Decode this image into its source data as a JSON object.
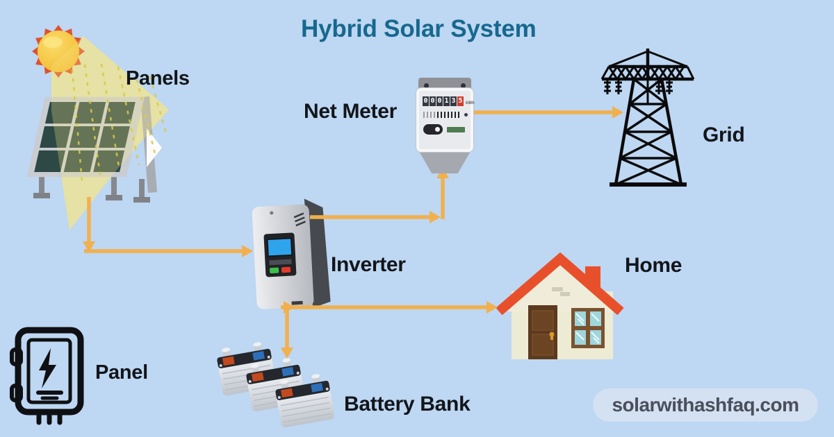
{
  "title": {
    "text": "Hybrid Solar System",
    "color": "#17688E"
  },
  "colors": {
    "background": "#BED7F2",
    "arrow": "#F1B04E",
    "label_text": "#12151A",
    "title_text": "#17688E",
    "watermark_bg": "#D3E1F3",
    "watermark_text": "#4A4F59",
    "sun_body": "#F5C237",
    "sun_spikes": "#E0502D",
    "panel_cell": "#2D4845",
    "roof_red": "#E8502C",
    "meter_digit_bg": "#343841",
    "meter_digit_alert_bg": "#D13A2A",
    "battery_positive_terminal": "#C24A1E",
    "battery_negative_terminal": "#2E6FBA"
  },
  "nodes": {
    "panels": {
      "label": "Panels"
    },
    "net_meter": {
      "label": "Net Meter",
      "reading": "000135",
      "digits": [
        "0",
        "0",
        "0",
        "1",
        "3",
        "5"
      ],
      "unit": "kWh"
    },
    "grid": {
      "label": "Grid"
    },
    "inverter": {
      "label": "Inverter"
    },
    "home": {
      "label": "Home"
    },
    "panel": {
      "label": "Panel"
    },
    "battery_bank": {
      "label": "Battery Bank"
    }
  },
  "connections": [
    {
      "from": "panels",
      "to": "inverter"
    },
    {
      "from": "inverter",
      "to": "net_meter"
    },
    {
      "from": "net_meter",
      "to": "grid"
    },
    {
      "from": "inverter",
      "to": "home"
    },
    {
      "from": "inverter",
      "to": "battery_bank"
    }
  ],
  "watermark": {
    "text": "solarwithashfaq.com"
  }
}
